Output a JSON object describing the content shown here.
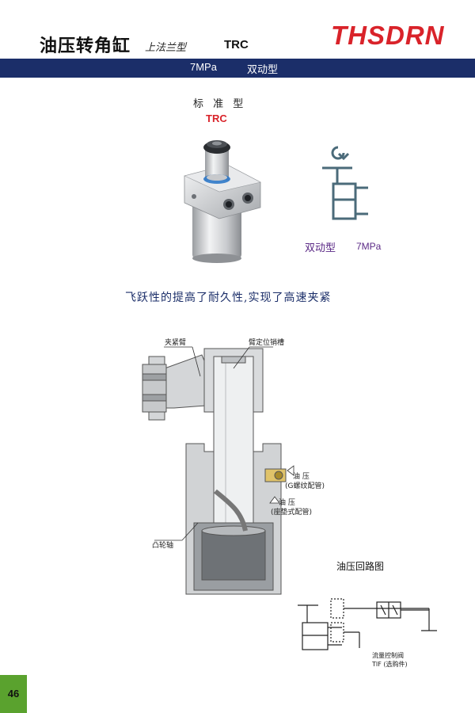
{
  "header": {
    "title": "油压转角缸",
    "subtitle": "上法兰型",
    "model": "TRC",
    "brand": "THSDRN"
  },
  "bar": {
    "pressure": "7MPa",
    "action": "双动型"
  },
  "product": {
    "type_label": "标 准 型",
    "type_model": "TRC"
  },
  "symbol": {
    "label": "双动型",
    "pressure": "7MPa"
  },
  "feature_text": "飞跃性的提高了耐久性,实现了高速夹紧",
  "section": {
    "labels": {
      "clamp_arm": "夹紧臂",
      "arm_pin_groove": "臂定位销槽",
      "oil1_a": "油 压",
      "oil1_b": "(G螺纹配管)",
      "oil2_a": "油 压",
      "oil2_b": "(座垫式配管)",
      "cam_shaft": "凸轮轴"
    }
  },
  "circuit": {
    "title": "油压回路图",
    "valve_label": "流量控制阀",
    "valve_model": "TIF (选购件)"
  },
  "page": {
    "number": "46"
  },
  "colors": {
    "brand_red": "#d9232a",
    "bar_navy": "#1b2e69",
    "symbol_purple": "#5b2a86",
    "page_green": "#5aa22e"
  }
}
